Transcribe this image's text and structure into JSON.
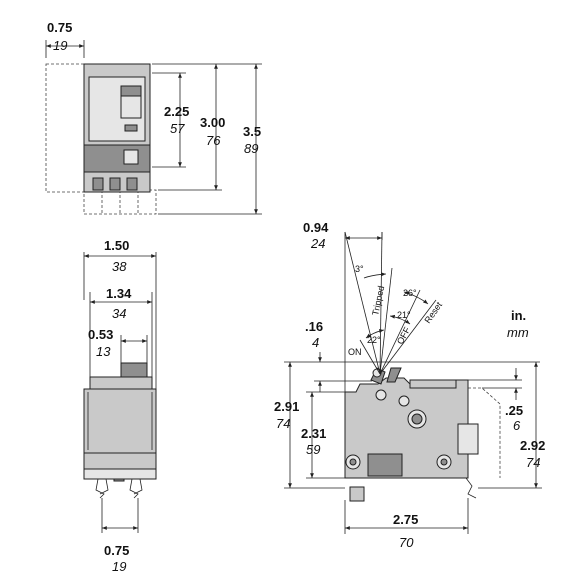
{
  "front_view": {
    "width_in": "0.75",
    "width_mm": "19",
    "h1_in": "2.25",
    "h1_mm": "57",
    "h2_in": "3.00",
    "h2_mm": "76",
    "h3_in": "3.5",
    "h3_mm": "89"
  },
  "end_view": {
    "w1_in": "1.50",
    "w1_mm": "38",
    "w2_in": "1.34",
    "w2_mm": "34",
    "w3_in": "0.53",
    "w3_mm": "13",
    "w4_in": "0.75",
    "w4_mm": "19"
  },
  "side_view": {
    "handle_in": "0.94",
    "handle_mm": "24",
    "angle_3": "3°",
    "angle_26": "26°",
    "angle_21": "21°",
    "angle_22": "22°",
    "pos_tripped": "Tripped",
    "pos_reset": "Reset",
    "pos_off": "OFF",
    "pos_on": "ON",
    "top_in": ".16",
    "top_mm": "4",
    "h_total_in": "2.91",
    "h_total_mm": "74",
    "h_body_in": "2.31",
    "h_body_mm": "59",
    "step_in": ".25",
    "step_mm": "6",
    "h_right_in": "2.92",
    "h_right_mm": "74",
    "width_in": "2.75",
    "width_mm": "70"
  },
  "units": {
    "primary": "in.",
    "secondary": "mm"
  }
}
